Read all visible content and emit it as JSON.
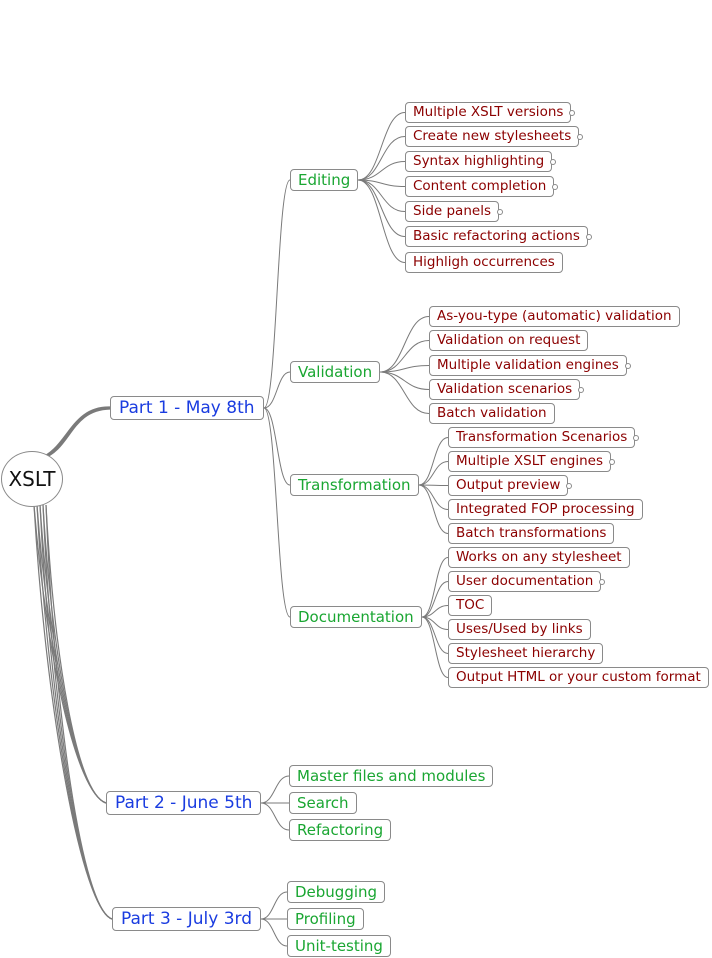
{
  "root": {
    "label": "XSLT"
  },
  "parts": [
    {
      "label": "Part 1 - May 8th",
      "topics": [
        {
          "label": "Editing",
          "items": [
            {
              "label": "Multiple XSLT versions",
              "collapsed": true
            },
            {
              "label": "Create new stylesheets",
              "collapsed": true
            },
            {
              "label": "Syntax highlighting",
              "collapsed": true
            },
            {
              "label": "Content completion",
              "collapsed": true
            },
            {
              "label": "Side panels",
              "collapsed": true
            },
            {
              "label": "Basic refactoring actions",
              "collapsed": true
            },
            {
              "label": "Highligh occurrences",
              "collapsed": false
            }
          ]
        },
        {
          "label": "Validation",
          "items": [
            {
              "label": "As-you-type (automatic) validation",
              "collapsed": false
            },
            {
              "label": "Validation on request",
              "collapsed": false
            },
            {
              "label": "Multiple validation engines",
              "collapsed": true
            },
            {
              "label": "Validation scenarios",
              "collapsed": true
            },
            {
              "label": "Batch validation",
              "collapsed": false
            }
          ]
        },
        {
          "label": "Transformation",
          "items": [
            {
              "label": "Transformation Scenarios",
              "collapsed": true
            },
            {
              "label": "Multiple XSLT engines",
              "collapsed": true
            },
            {
              "label": "Output preview",
              "collapsed": true
            },
            {
              "label": "Integrated FOP processing",
              "collapsed": false
            },
            {
              "label": "Batch transformations",
              "collapsed": false
            }
          ]
        },
        {
          "label": "Documentation",
          "items": [
            {
              "label": "Works on any stylesheet",
              "collapsed": false
            },
            {
              "label": "User documentation",
              "collapsed": true
            },
            {
              "label": "TOC",
              "collapsed": false
            },
            {
              "label": "Uses/Used by links",
              "collapsed": false
            },
            {
              "label": "Stylesheet hierarchy",
              "collapsed": false
            },
            {
              "label": "Output HTML or your custom format",
              "collapsed": false
            }
          ]
        }
      ]
    },
    {
      "label": "Part 2 - June 5th",
      "topics": [
        {
          "label": "Master files and modules",
          "items": []
        },
        {
          "label": "Search",
          "items": []
        },
        {
          "label": "Refactoring",
          "items": []
        }
      ]
    },
    {
      "label": "Part 3 - July 3rd",
      "topics": [
        {
          "label": "Debugging",
          "items": []
        },
        {
          "label": "Profiling",
          "items": []
        },
        {
          "label": "Unit-testing",
          "items": []
        }
      ]
    }
  ]
}
